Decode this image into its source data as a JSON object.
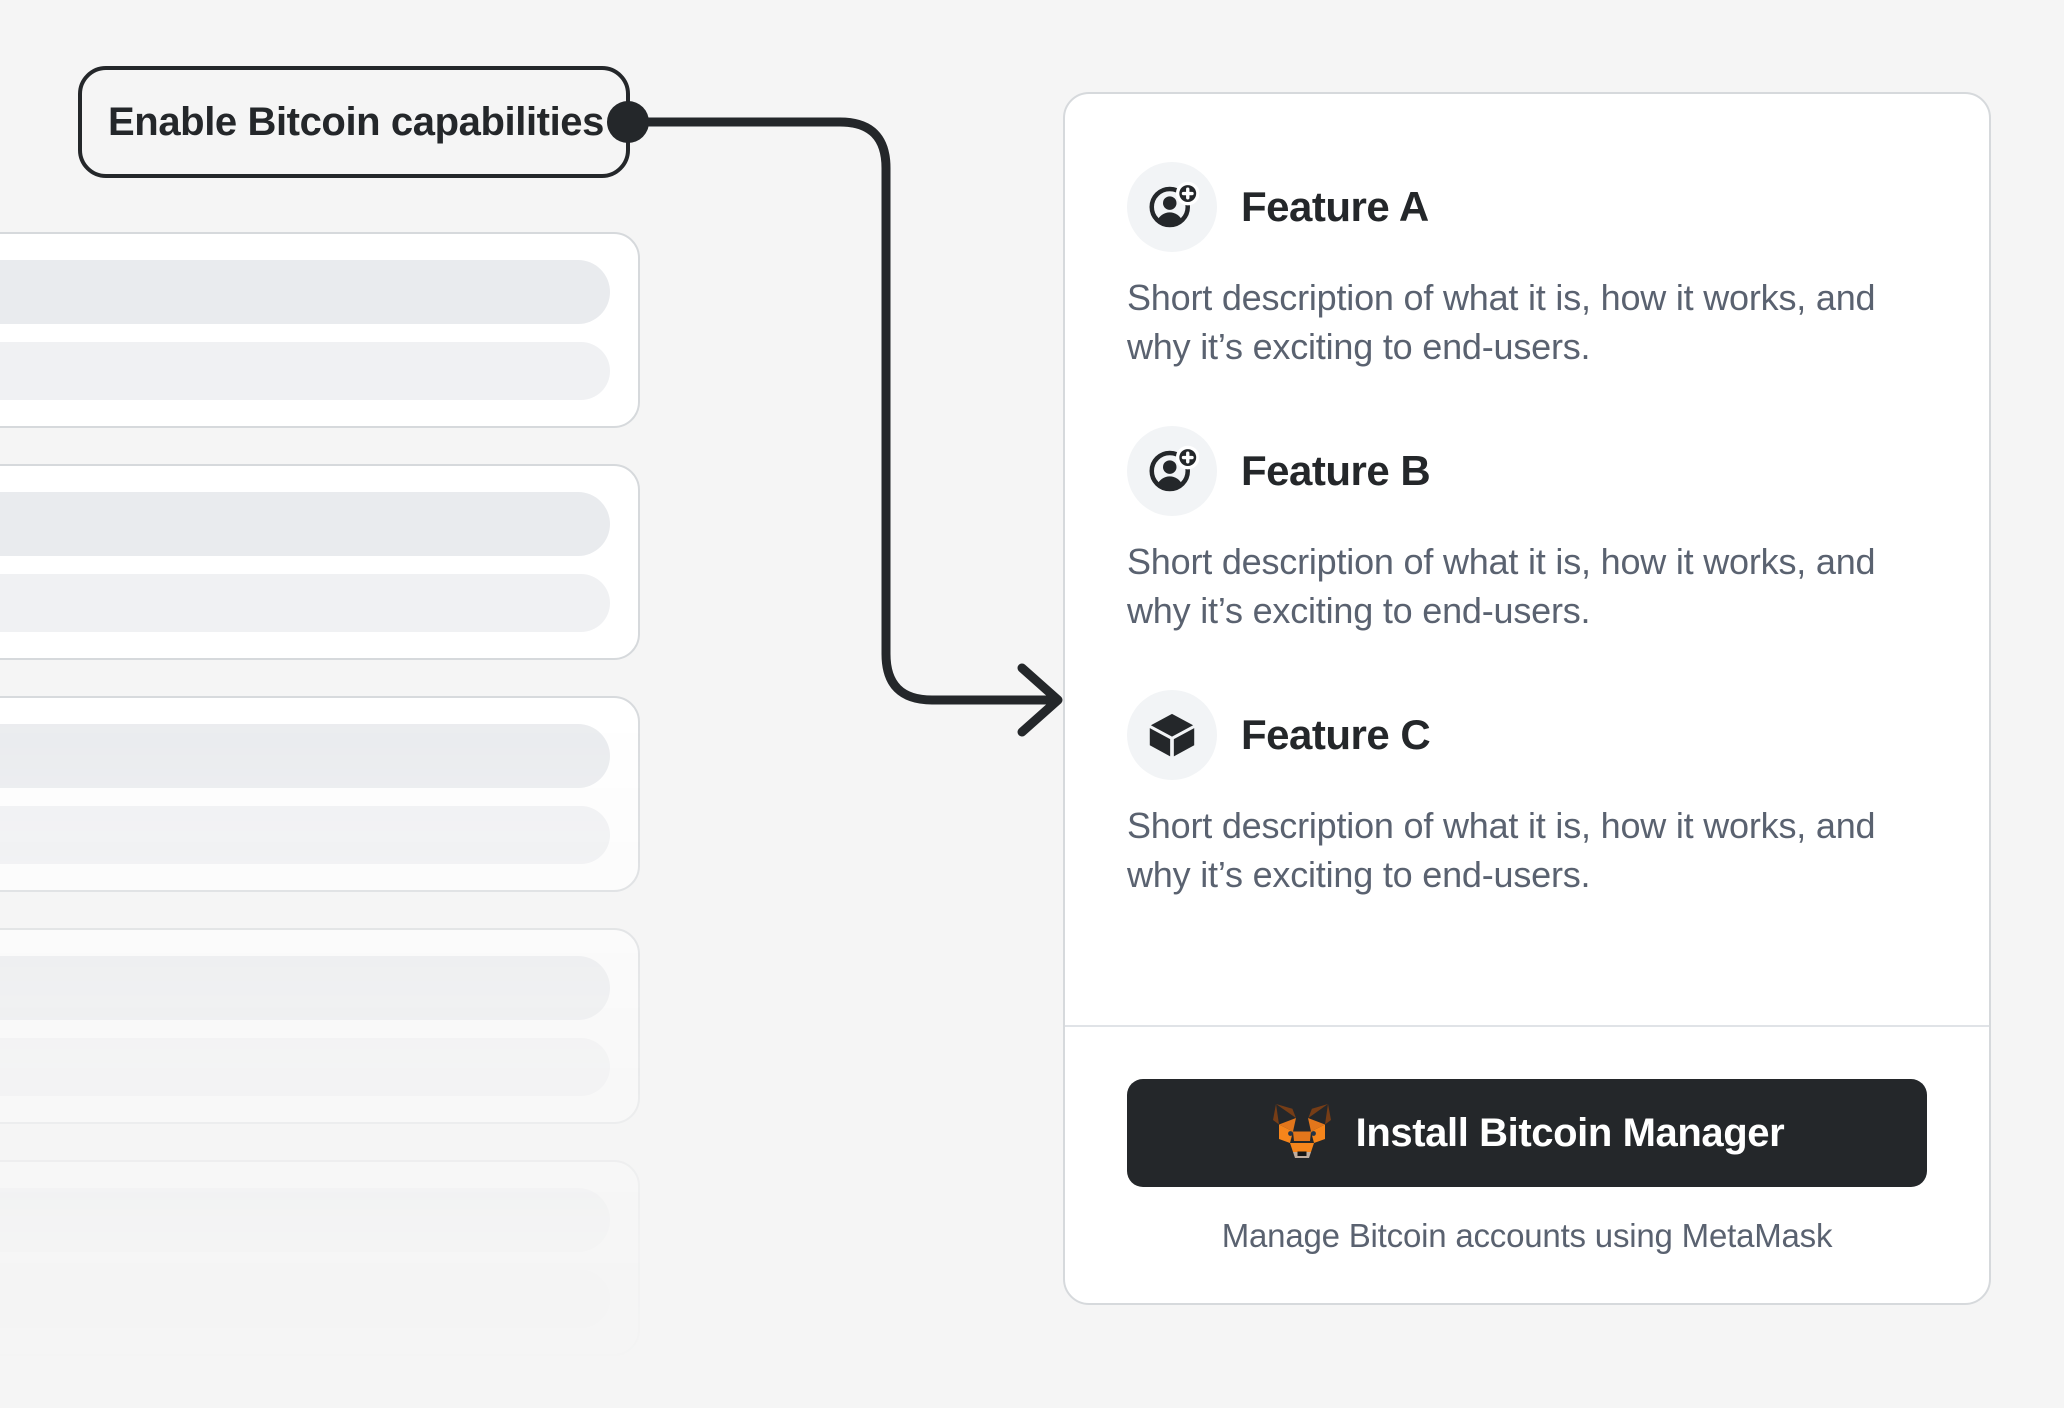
{
  "callout": {
    "label": "Enable Bitcoin capabilities",
    "connector_icon": "arrow-right-icon",
    "anchor_icon": "connector-dot"
  },
  "panel": {
    "features": [
      {
        "icon": "user-add-icon",
        "title": "Feature A",
        "description": "Short description of what it is, how it works, and why it’s exciting to end-users."
      },
      {
        "icon": "user-add-icon",
        "title": "Feature B",
        "description": "Short description of what it is, how it works, and why it’s exciting to end-users."
      },
      {
        "icon": "cube-icon",
        "title": "Feature C",
        "description": "Short description of what it is, how it works, and why it’s exciting to end-users."
      }
    ],
    "footer": {
      "install_label": "Install Bitcoin Manager",
      "install_icon": "metamask-fox-icon",
      "caption": "Manage Bitcoin accounts using MetaMask"
    }
  },
  "skeleton": {
    "cards": [
      {
        "primary_width": "100%",
        "secondary_width": "100%"
      },
      {
        "primary_width": "100%",
        "secondary_width": "100%"
      },
      {
        "primary_width": "100%",
        "secondary_width": "100%"
      },
      {
        "primary_width": "100%",
        "secondary_width": "100%"
      },
      {
        "primary_width": "100%",
        "secondary_width": "100%"
      }
    ]
  },
  "colors": {
    "background": "#F5F5F5",
    "panel_surface": "#FFFFFF",
    "panel_border": "#D6D9DC",
    "text_primary": "#24272A",
    "text_secondary": "#5A6270",
    "button_bg": "#24272A",
    "button_text": "#FFFFFF",
    "icon_bubble": "#F2F4F6",
    "connector": "#24272A",
    "skeleton_bar": "#E9EBEE",
    "fox_orange": "#E2761B",
    "fox_light": "#F6851B",
    "fox_dark": "#763D16",
    "fox_snout": "#C0AD9E"
  }
}
